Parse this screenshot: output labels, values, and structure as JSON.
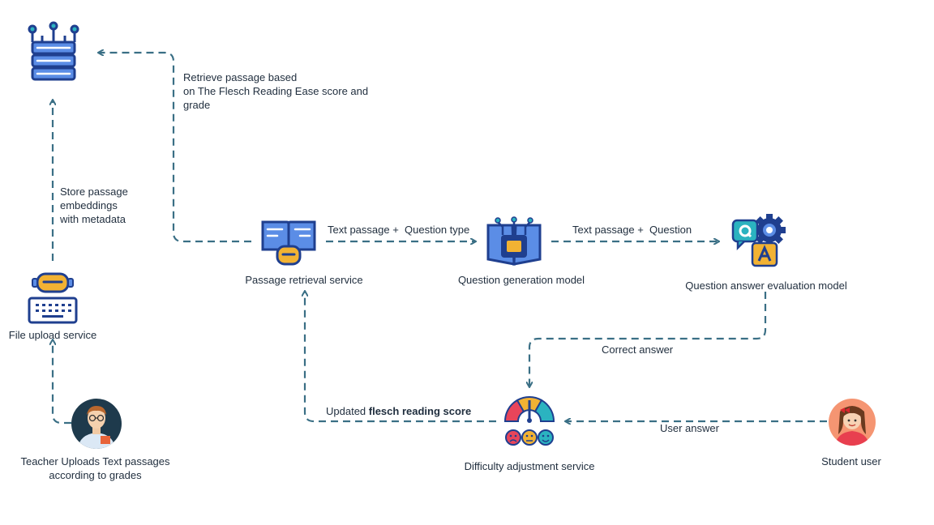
{
  "nodes": {
    "database": {
      "icon": "database-icon"
    },
    "file_upload": {
      "label": "File upload service",
      "icon": "robot-keyboard-icon"
    },
    "teacher": {
      "label_line1": "Teacher Uploads Text passages",
      "label_line2": "according to grades",
      "icon": "teacher-avatar-icon"
    },
    "passage_retrieval": {
      "label": "Passage retrieval service",
      "icon": "robot-book-icon"
    },
    "question_generation": {
      "label": "Question generation model",
      "icon": "ai-chip-book-icon"
    },
    "qa_evaluation": {
      "label": "Question answer evaluation model",
      "icon": "qa-gear-icon"
    },
    "difficulty": {
      "label": "Difficulty adjustment service",
      "icon": "gauge-emoji-icon"
    },
    "student": {
      "label": "Student user",
      "icon": "student-avatar-icon"
    }
  },
  "edges": {
    "retrieve": {
      "line1": "Retrieve passage based",
      "line2": "on The Flesch Reading Ease score and",
      "line3": "grade"
    },
    "store": {
      "line1": "Store passage",
      "line2": "embeddings",
      "line3": "with metadata"
    },
    "text_qtype": {
      "label": "Text passage +  Question type"
    },
    "text_question": {
      "label": "Text passage +  Question"
    },
    "correct_answer": {
      "label": "Correct answer"
    },
    "updated_score": {
      "prefix": "Updated ",
      "bold": "flesch reading score"
    },
    "user_answer": {
      "label": "User answer"
    }
  },
  "colors": {
    "connector": "#3a6f85",
    "icon_navy": "#1f3f8f",
    "icon_blue": "#5b8de6",
    "icon_yellow": "#f2b233",
    "icon_teal": "#2bb3c0",
    "label_text": "#1f2d3d"
  }
}
